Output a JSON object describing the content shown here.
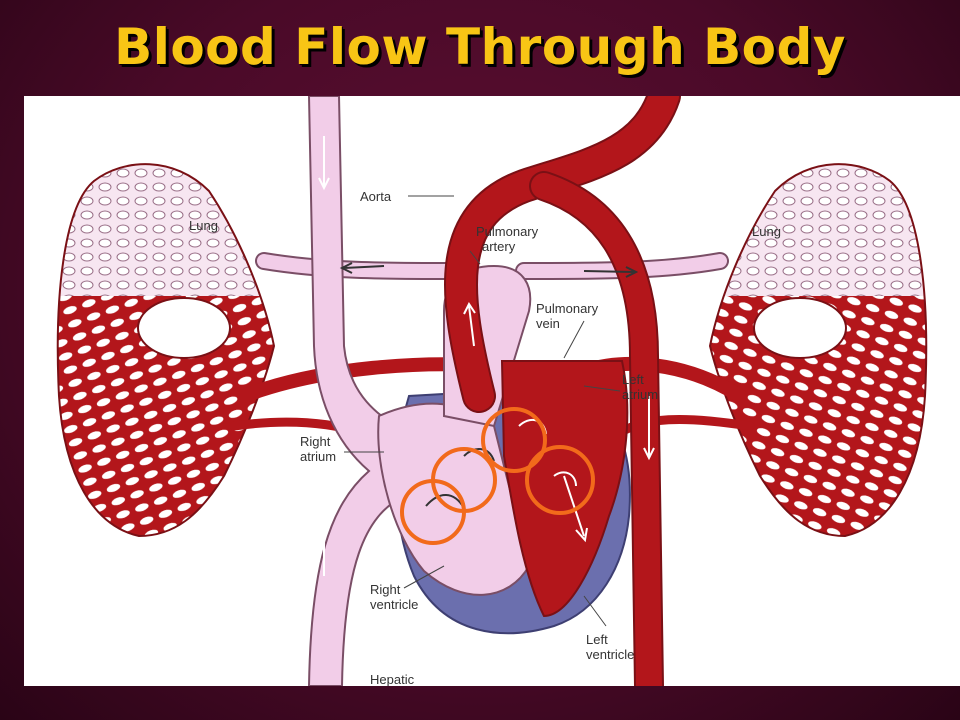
{
  "title": "Blood Flow Through Body",
  "labels": {
    "aorta": "Aorta",
    "pulmonary_artery_1": "Pulmonary",
    "pulmonary_artery_2": "artery",
    "pulmonary_vein_1": "Pulmonary",
    "pulmonary_vein_2": "vein",
    "lung_left": "Lung",
    "lung_right": "Lung",
    "left_atrium_1": "Left",
    "left_atrium_2": "atrium",
    "right_atrium_1": "Right",
    "right_atrium_2": "atrium",
    "right_ventricle_1": "Right",
    "right_ventricle_2": "ventricle",
    "left_ventricle_1": "Left",
    "left_ventricle_2": "ventricle",
    "hepatic": "Hepatic"
  },
  "colors": {
    "oxygenated": "#b3161b",
    "deoxygenated": "#f2cde8",
    "myocardium": "#6b6fae",
    "highlight": "#f26a1b",
    "title": "#f8c515"
  }
}
